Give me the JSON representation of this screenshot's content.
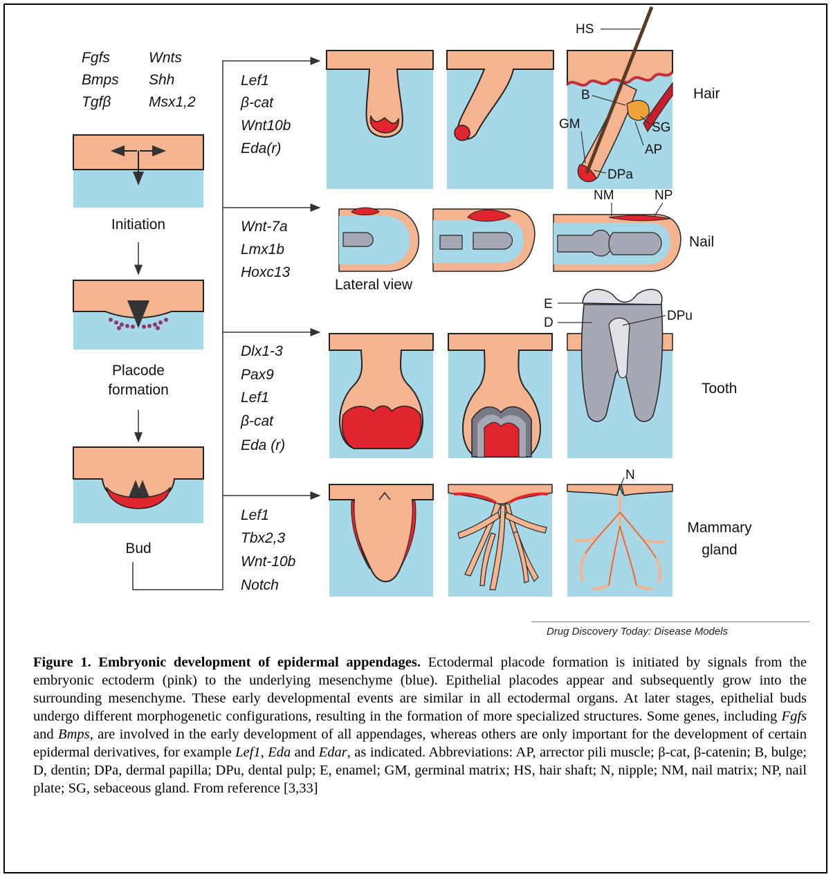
{
  "signals": {
    "row1a": "Fgfs",
    "row1b": "Wnts",
    "row2a": "Bmps",
    "row2b": "Shh",
    "row3a": "Tgfβ",
    "row3b": "Msx1,2"
  },
  "stages": {
    "initiation": "Initiation",
    "placode1": "Placode",
    "placode2": "formation",
    "bud": "Bud"
  },
  "genes": {
    "hair": [
      "Lef1",
      "β-cat",
      "Wnt10b",
      "Eda(r)"
    ],
    "nail": [
      "Wnt-7a",
      "Lmx1b",
      "Hoxc13"
    ],
    "tooth": [
      "Dlx1-3",
      "Pax9",
      "Lef1",
      "β-cat",
      "Eda (r)"
    ],
    "mammary": [
      "Lef1",
      "Tbx2,3",
      "Wnt-10b",
      "Notch"
    ]
  },
  "organs": {
    "hair": "Hair",
    "nail": "Nail",
    "tooth": "Tooth",
    "mammary1": "Mammary",
    "mammary2": "gland"
  },
  "labels": {
    "hs": "HS",
    "b": "B",
    "gm": "GM",
    "sg": "SG",
    "ap": "AP",
    "dpa": "DPa",
    "nm": "NM",
    "np": "NP",
    "e": "E",
    "d": "D",
    "dpu": "DPu",
    "n": "N",
    "lateral": "Lateral view"
  },
  "source": "Drug Discovery Today: Disease Models",
  "caption": {
    "title": "Figure 1. Embryonic development of epidermal appendages.",
    "text1": " Ectodermal placode formation is initiated by signals from the embryonic ectoderm (pink) to the underlying mesenchyme (blue). Epithelial placodes appear and subsequently grow into the surrounding mesenchyme. These early developmental events are similar in all ectodermal organs. At later stages, epithelial buds undergo different morphogenetic configurations, resulting in the formation of more specialized structures. Some genes, including ",
    "fgfs": "Fgfs",
    "and": " and ",
    "bmps": "Bmps",
    "text2": ", are involved in the early development of all appendages, whereas others are only important for the development of certain epidermal derivatives, for example ",
    "lef1": "Lef1",
    "comma": ", ",
    "eda": "Eda",
    "and2": " and ",
    "edar": "Edar",
    "text3": ", as indicated. Abbreviations: AP, arrector pili muscle; β-cat, β-catenin; B, bulge; D, dentin; DPa, dermal papilla; DPu, dental pulp; E, enamel; GM, germinal matrix; HS, hair shaft; N, nipple; NM, nail matrix; NP, nail plate; SG, sebaceous gland. From reference [3,33]"
  },
  "colors": {
    "ectoderm": "#f4b48f",
    "mesenchyme": "#a7d8e8",
    "red": "#e0252c",
    "gray": "#a6a9b4",
    "enamel": "#dfe1e6"
  }
}
